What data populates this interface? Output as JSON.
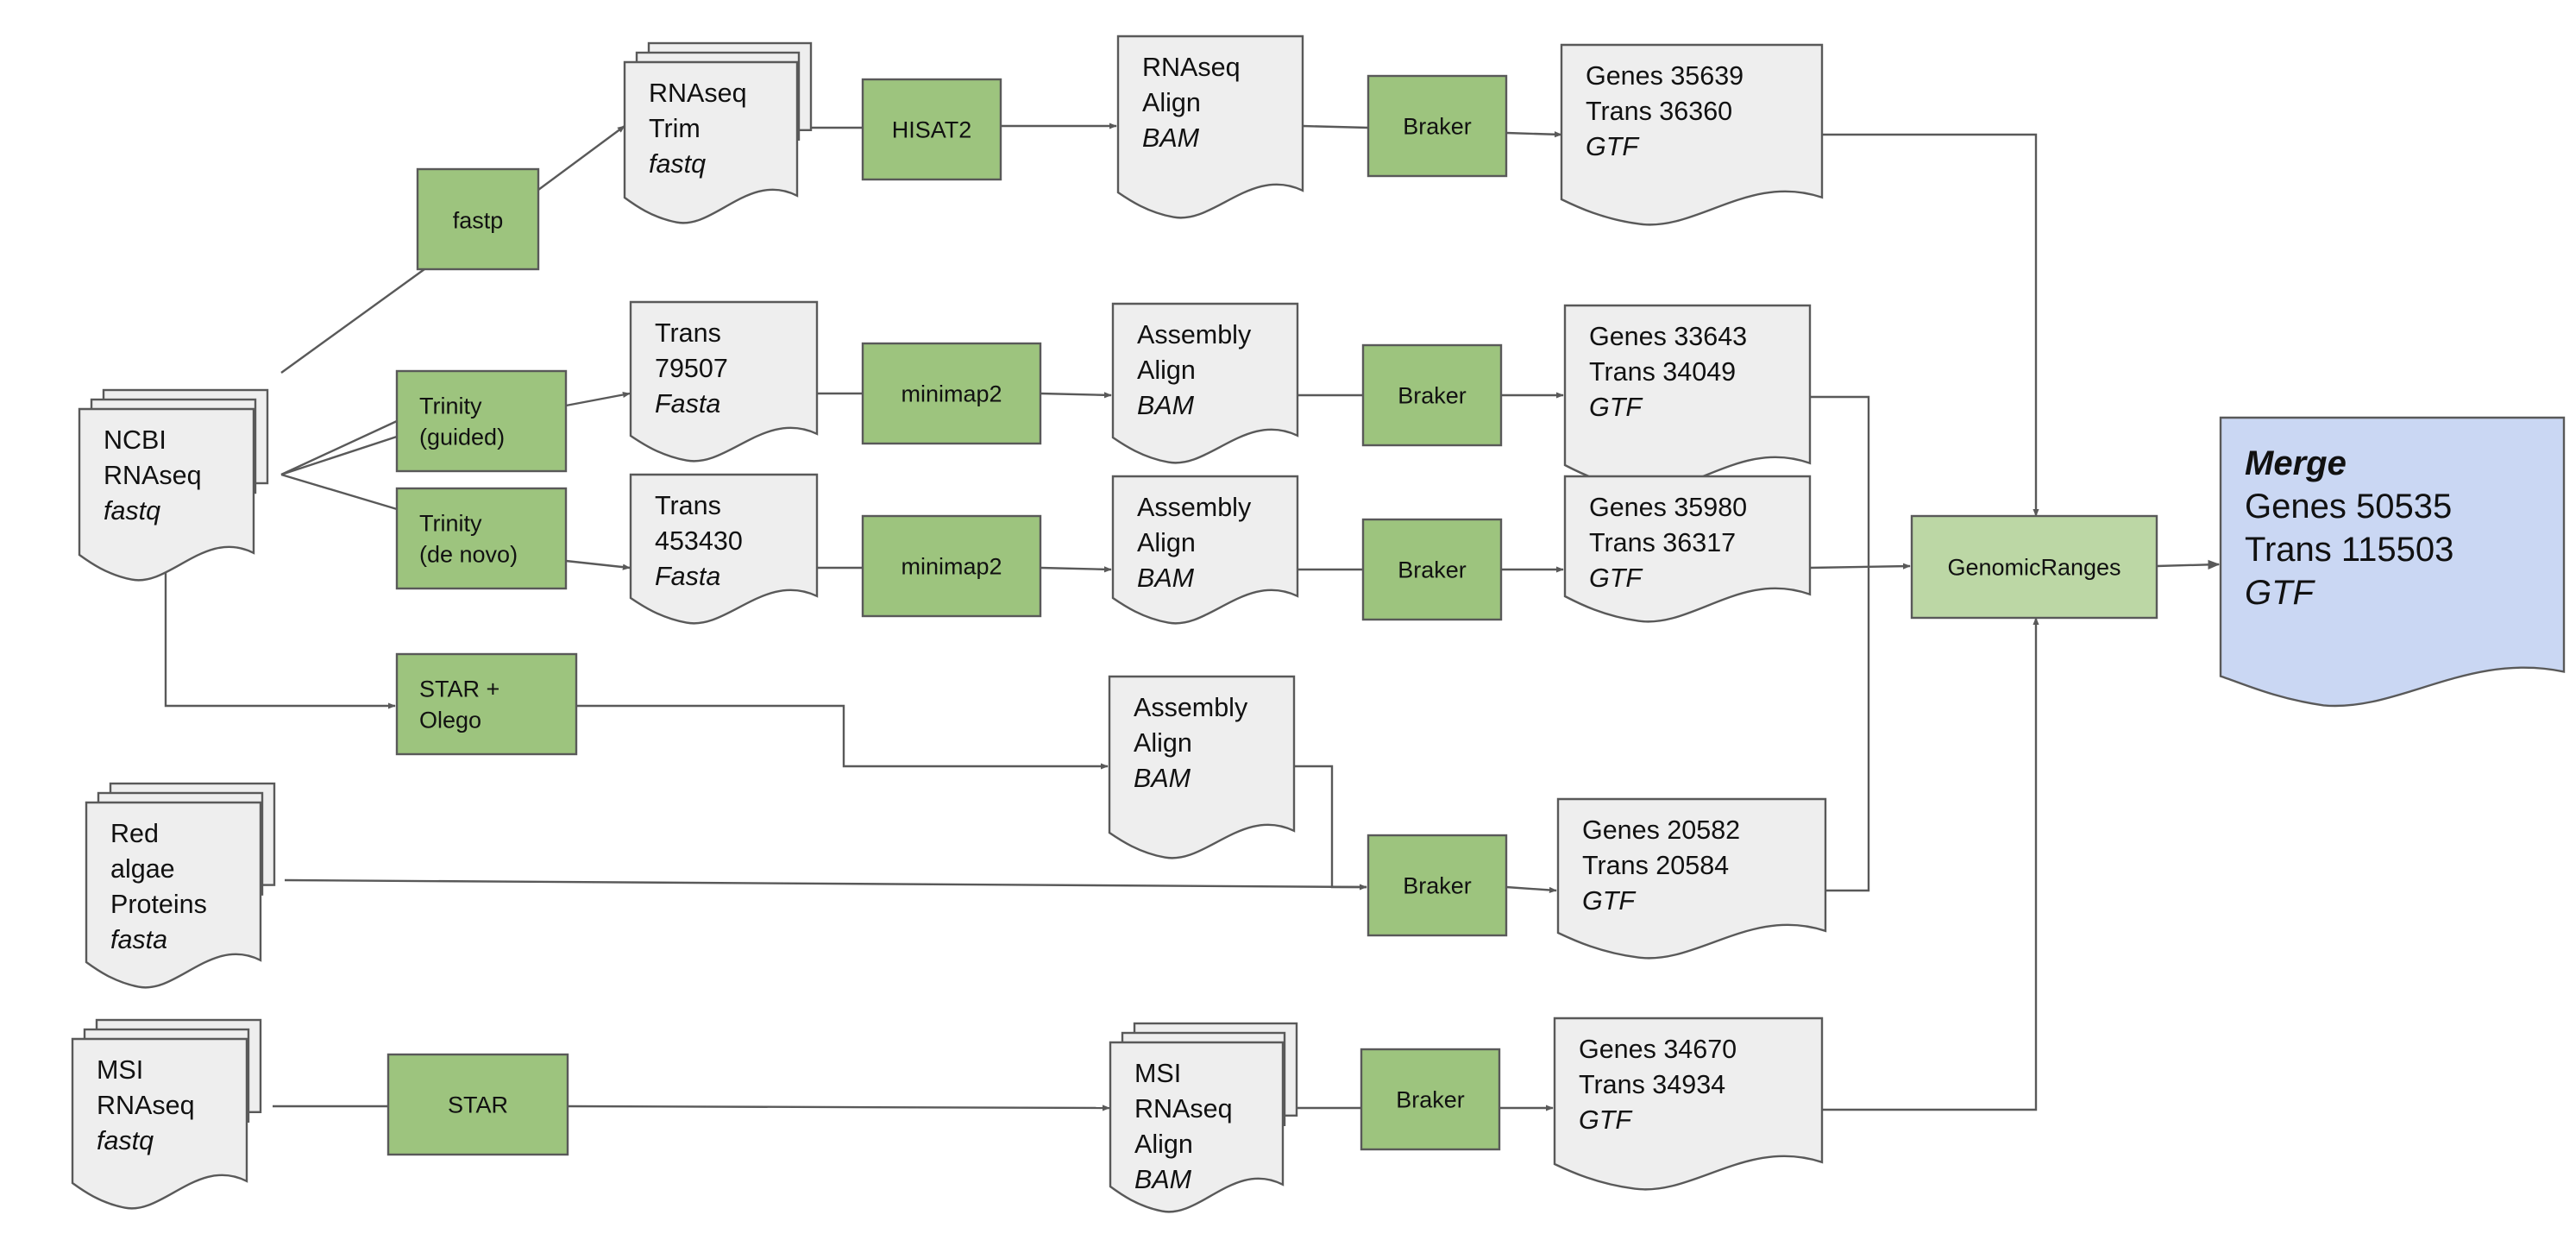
{
  "colors": {
    "process": "#9dc47e",
    "process_light": "#bcd7a5",
    "document": "#eeeeee",
    "merge": "#cad7f3",
    "stroke": "#595959"
  },
  "documents": {
    "ncbi_fastq": {
      "lines": [
        "NCBI",
        "RNAseq",
        "fastq"
      ],
      "italic_last": true
    },
    "rnaseq_trim": {
      "lines": [
        "RNAseq",
        "Trim",
        "fastq"
      ],
      "italic_last": true
    },
    "rnaseq_align": {
      "lines": [
        "RNAseq",
        "Align",
        "BAM"
      ],
      "italic_last": true
    },
    "gtf_hisat": {
      "lines": [
        "Genes 35639",
        "Trans 36360",
        "GTF"
      ],
      "italic_last": true
    },
    "trans_guided": {
      "lines": [
        "Trans",
        "79507",
        "Fasta"
      ],
      "italic_last": true
    },
    "assembly_guided": {
      "lines": [
        "Assembly",
        "Align",
        "BAM"
      ],
      "italic_last": true
    },
    "gtf_guided": {
      "lines": [
        "Genes 33643",
        "Trans 34049",
        "GTF"
      ],
      "italic_last": true
    },
    "trans_denovo": {
      "lines": [
        "Trans",
        "453430",
        "Fasta"
      ],
      "italic_last": true
    },
    "assembly_denovo": {
      "lines": [
        "Assembly",
        "Align",
        "BAM"
      ],
      "italic_last": true
    },
    "gtf_denovo": {
      "lines": [
        "Genes 35980",
        "Trans 36317",
        "GTF"
      ],
      "italic_last": true
    },
    "assembly_star": {
      "lines": [
        "Assembly",
        "Align",
        "BAM"
      ],
      "italic_last": true
    },
    "red_algae": {
      "lines": [
        "Red",
        "algae",
        "Proteins",
        "fasta"
      ],
      "italic_last": true
    },
    "gtf_proteins": {
      "lines": [
        "Genes 20582",
        "Trans 20584",
        "GTF"
      ],
      "italic_last": true
    },
    "msi_fastq": {
      "lines": [
        "MSI",
        "RNAseq",
        "fastq"
      ],
      "italic_last": true
    },
    "msi_bam": {
      "lines": [
        "MSI",
        "RNAseq",
        "Align",
        "BAM"
      ],
      "italic_last": true
    },
    "gtf_msi": {
      "lines": [
        "Genes 34670",
        "Trans 34934",
        "GTF"
      ],
      "italic_last": true
    }
  },
  "processes": {
    "fastp": [
      "fastp"
    ],
    "hisat2": [
      "HISAT2"
    ],
    "braker_1": [
      "Braker"
    ],
    "trinity_guided": [
      "Trinity",
      "(guided)"
    ],
    "minimap2_1": [
      "minimap2"
    ],
    "braker_2": [
      "Braker"
    ],
    "trinity_denovo": [
      "Trinity",
      "(de novo)"
    ],
    "minimap2_2": [
      "minimap2"
    ],
    "braker_3": [
      "Braker"
    ],
    "star_olego": [
      "STAR +",
      "Olego"
    ],
    "braker_4": [
      "Braker"
    ],
    "star": [
      "STAR"
    ],
    "braker_5": [
      "Braker"
    ],
    "genomicranges": [
      "GenomicRanges"
    ]
  },
  "merge": {
    "title": "Merge",
    "genes": "Genes 50535",
    "trans": "Trans 115503",
    "format": "GTF"
  }
}
